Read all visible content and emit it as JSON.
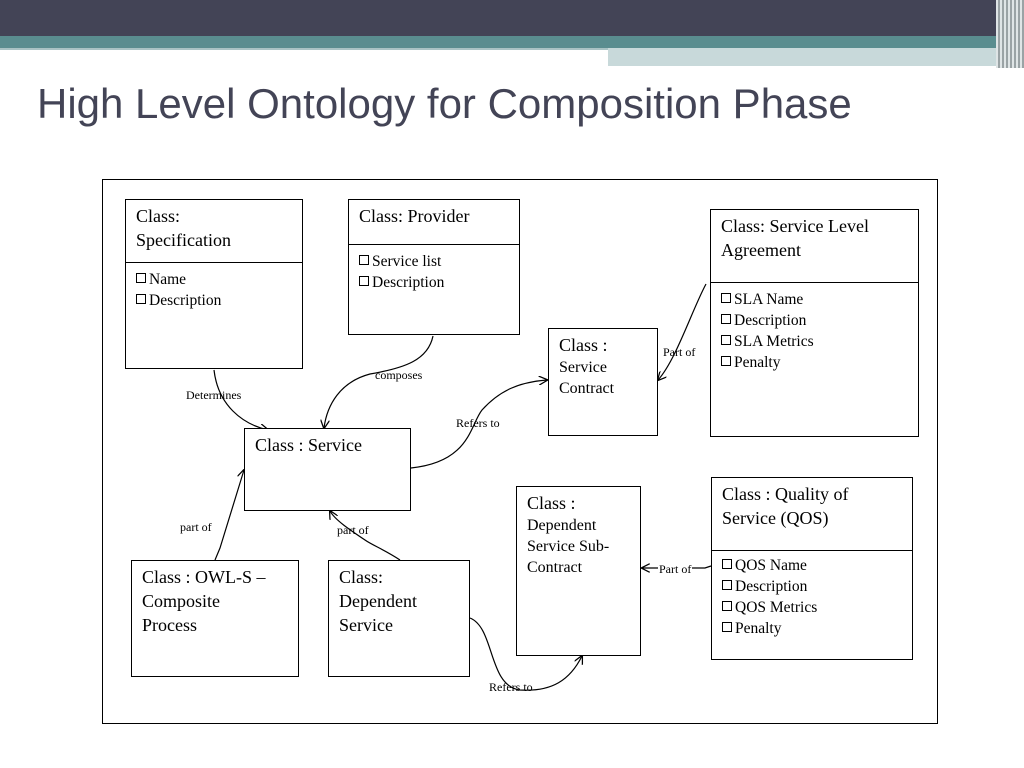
{
  "slide": {
    "title": "High Level Ontology for Composition Phase"
  },
  "diagram": {
    "boxes": {
      "specification": {
        "head": "Class:\nSpecification",
        "attrs": [
          "Name",
          "Description"
        ]
      },
      "provider": {
        "head": "Class:  Provider",
        "attrs": [
          "Service list",
          "Description"
        ]
      },
      "sla": {
        "head": "Class:  Service Level\nAgreement",
        "attrs": [
          "SLA Name",
          "Description",
          "SLA Metrics",
          "Penalty"
        ]
      },
      "contract": {
        "head": "Class :",
        "sub": "Service\nContract"
      },
      "service": {
        "head": "Class : Service"
      },
      "owls": {
        "head": "Class : OWL-S –\nComposite\nProcess"
      },
      "dependent_service": {
        "head": "Class:\nDependent\nService"
      },
      "dependent_subcontract": {
        "head": "Class :",
        "sub": "Dependent\nService Sub-\nContract"
      },
      "qos": {
        "head": "Class : Quality of\nService (QOS)",
        "attrs": [
          "QOS Name",
          "Description",
          "QOS Metrics",
          "Penalty"
        ]
      }
    },
    "connectors": {
      "determines": "Determines",
      "composes": "composes",
      "refers_to_top": "Refers to",
      "part_of_sla": "Part of",
      "part_of_owls": "part of",
      "part_of_dependent": "part  of",
      "part_of_qos": "Part of",
      "refers_to_bottom": "Refers to"
    }
  }
}
